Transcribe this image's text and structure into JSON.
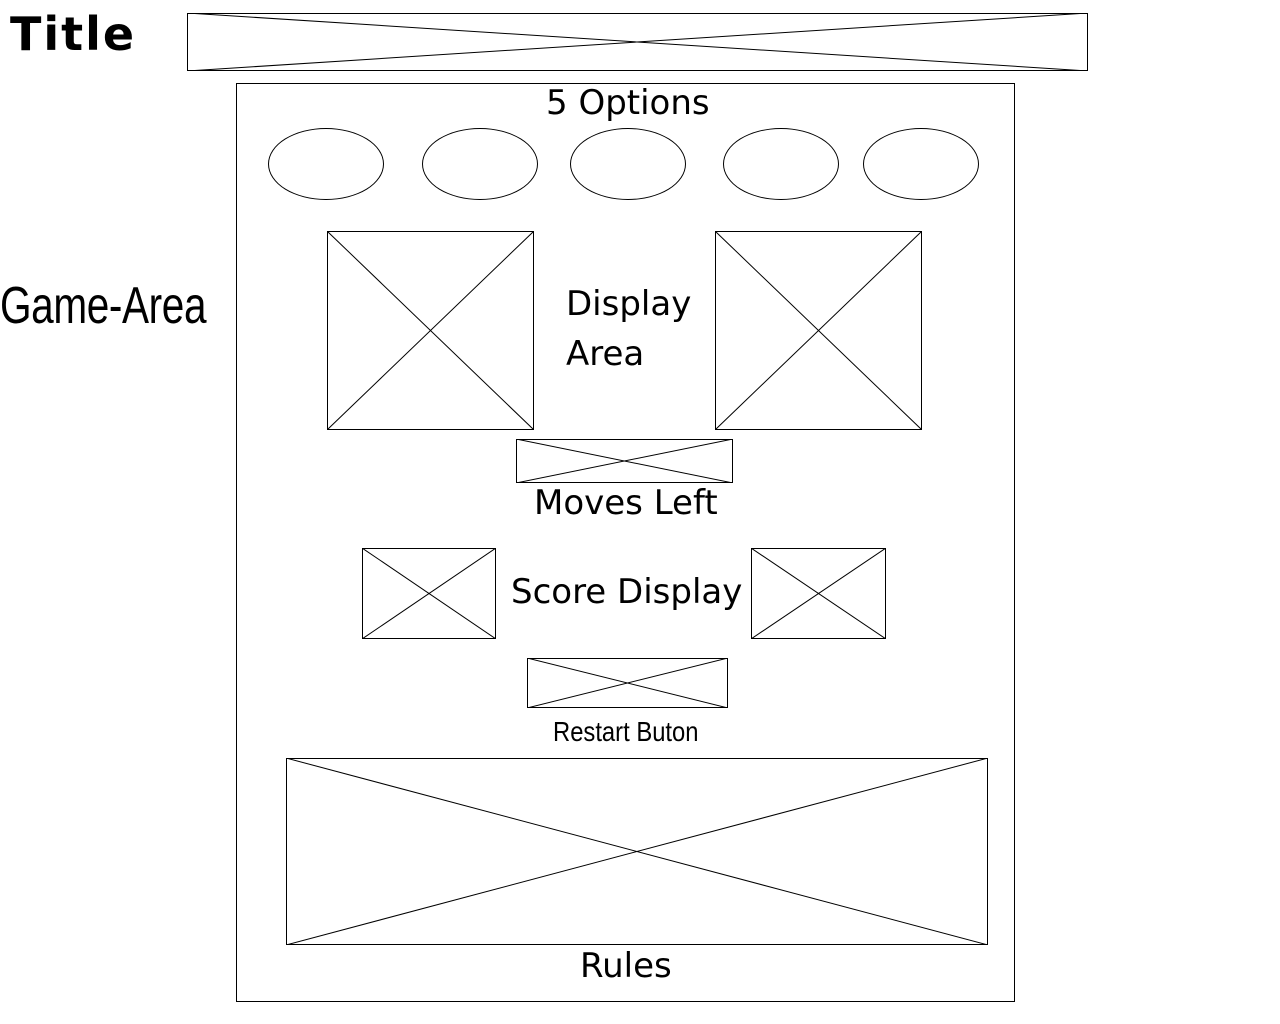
{
  "header": {
    "title_label": "Title"
  },
  "side": {
    "game_area_label": "Game-Area"
  },
  "game_area": {
    "options_label": "5 Options",
    "option_count": 5,
    "display_label": "Display Area",
    "moves_label": "Moves Left",
    "score_label": "Score Display",
    "restart_label": "Restart Buton",
    "rules_label": "Rules"
  },
  "colors": {
    "stroke": "#000000",
    "background": "#ffffff"
  }
}
